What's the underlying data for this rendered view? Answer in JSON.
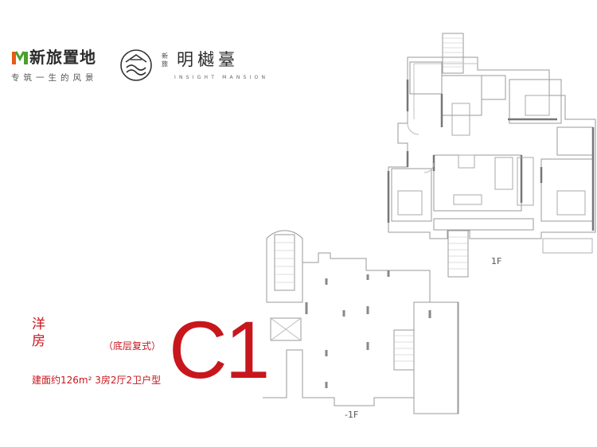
{
  "brand": {
    "name": "新旅置地",
    "slogan": "专筑一生的风景",
    "accent_color": "#c8161d",
    "logo_green": "#4aa02c",
    "logo_orange": "#e85a14"
  },
  "project": {
    "prefix": "新旅",
    "name": "明樾臺",
    "name_en": "INSIGHT MANSION"
  },
  "unit": {
    "category": "洋房",
    "subtype": "（底层复式）",
    "code": "C1",
    "area_line": "建面约126m² 3房2厅2卫户型"
  },
  "floors": {
    "upper": "1F",
    "lower": "-1F"
  }
}
